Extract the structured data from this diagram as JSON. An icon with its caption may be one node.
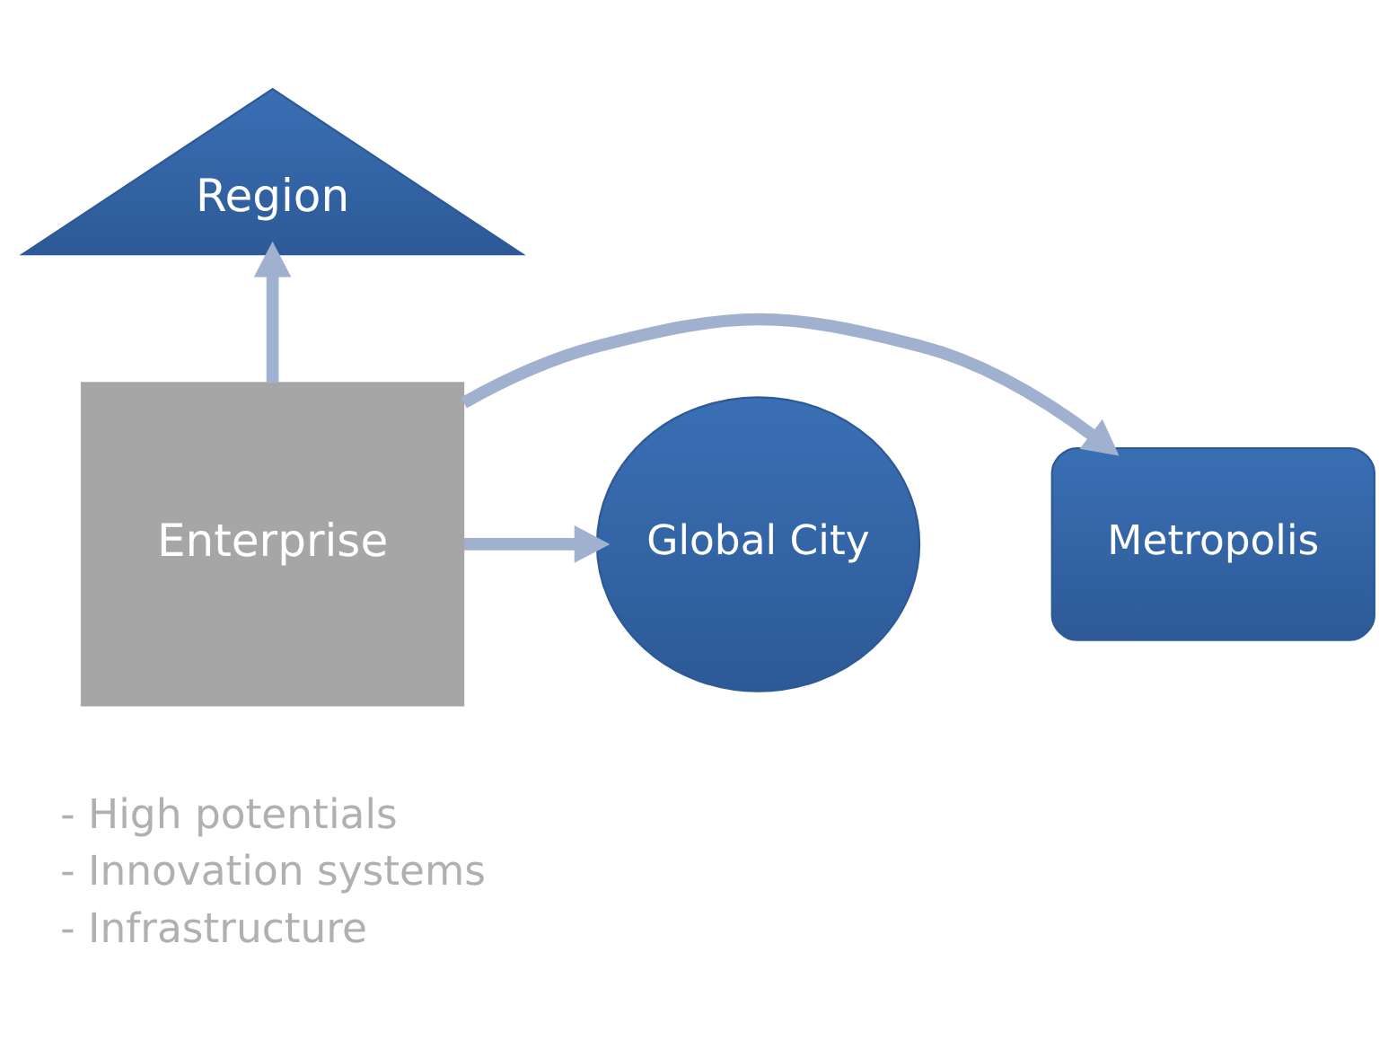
{
  "diagram": {
    "nodes": [
      {
        "text": [
          "Region"
        ]
      },
      {
        "text": [
          "Enterprise"
        ]
      },
      {
        "text": [
          "Metropolis"
        ]
      },
      {
        "text": [
          "Global City"
        ]
      }
    ],
    "edges": [
      {
        "from": 1,
        "to": 0,
        "arrow": "to"
      },
      {
        "from": 1,
        "to": 2,
        "arrow": "to"
      },
      {
        "from": 1,
        "to": 3,
        "arrow": "to"
      }
    ],
    "labels": [
      "- High potentials",
      "- Innovation systems",
      "- Infrastructure"
    ]
  }
}
